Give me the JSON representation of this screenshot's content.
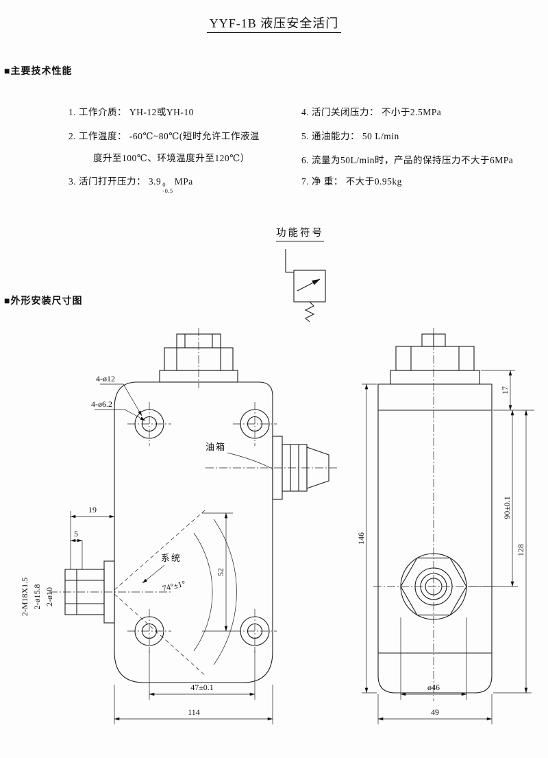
{
  "page": {
    "title": "YYF-1B 液压安全活门"
  },
  "sections": {
    "tech_heading": "■主要技术性能",
    "outline_heading": "■外形安装尺寸图",
    "symbol_heading": "功能符号"
  },
  "specs": {
    "item1": "1. 工作介质： YH-12或YH-10",
    "item2_line1": "2. 工作温度： -60℃~80℃(短时允许工作液温",
    "item2_line2": "度升至100℃、环境温度升至120℃）",
    "item3_prefix": "3. 活门打开压力：  3.9",
    "item3_tol_upper": "0",
    "item3_tol_lower": "-0.5",
    "item3_unit": "MPa",
    "item4": "4. 活门关闭压力：  不小于2.5MPa",
    "item5": "5. 通油能力：  50 L/min",
    "item6": "6. 流量为50L/min时，产品的保持压力不大于6MPa",
    "item7": "7. 净 重：  不大于0.95kg"
  },
  "drawing": {
    "front": {
      "holes_outer": "4-ø12",
      "holes_inner": "4-ø6.2",
      "tank_label": "油箱",
      "system_label": "系统",
      "angle": "74°±1°",
      "dim_19": "19",
      "dim_5": "5",
      "thread_label": "2-M18X1.5",
      "port_outer": "2-ø15.8",
      "port_inner": "2-ø10",
      "dim_52": "52",
      "dim_47": "47±0.1",
      "dim_114": "114"
    },
    "side": {
      "dim_17": "17",
      "dim_146": "146",
      "dim_90": "90±0.1",
      "dim_128": "128",
      "dim_d46": "ø46",
      "dim_49": "49"
    }
  }
}
